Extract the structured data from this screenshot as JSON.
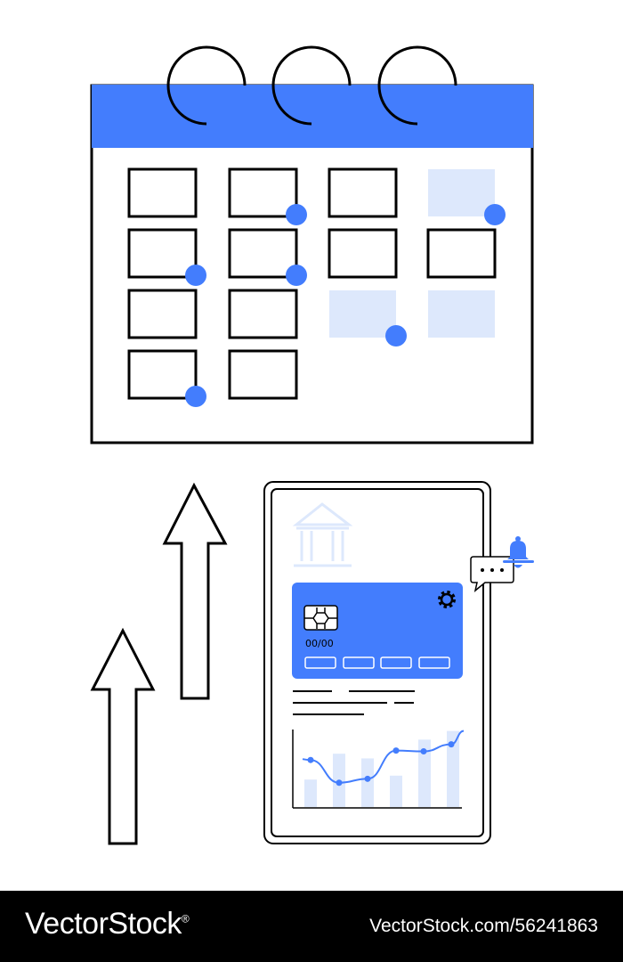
{
  "colors": {
    "accent": "#437dfd",
    "accent_light": "#dde8fc",
    "stroke": "#000000",
    "background": "#ffffff",
    "footer_bg": "#000000",
    "footer_text": "#ffffff"
  },
  "icons": [
    "calendar-icon",
    "arrow-up-icon",
    "bank-icon",
    "bell-icon",
    "chat-bubble-icon",
    "gear-icon",
    "card-chip-icon",
    "line-chart-icon"
  ],
  "card": {
    "expiry": "00/00"
  },
  "chart": {
    "bar_levels": [
      0.35,
      0.68,
      0.62,
      0.4,
      0.86,
      0.97
    ],
    "line_levels": [
      0.6,
      0.31,
      0.36,
      0.72,
      0.71,
      0.8,
      0.97
    ]
  },
  "footer": {
    "brand": "VectorStock",
    "brand_mark": "®",
    "reference": "VectorStock.com/56241863"
  }
}
